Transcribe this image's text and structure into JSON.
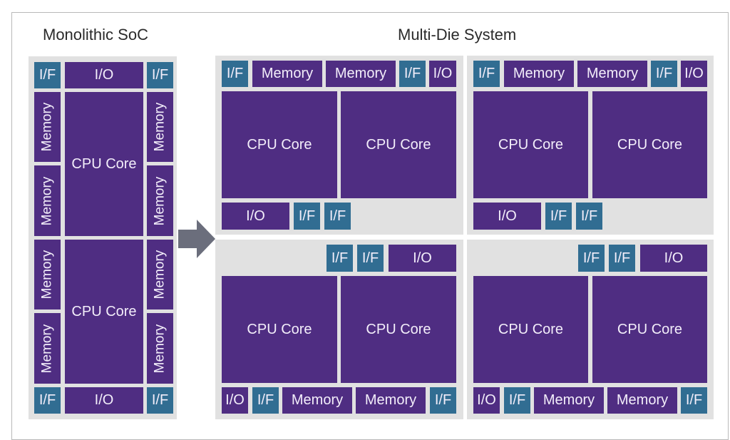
{
  "titles": {
    "left": "Monolithic SoC",
    "right": "Multi-Die System"
  },
  "colors": {
    "core_purple": "#4f2d82",
    "interface_teal": "#316d92",
    "panel_gray": "#e1e1e1",
    "arrow_gray": "#6b6e7c"
  },
  "labels": {
    "if": "I/F",
    "io": "I/O",
    "memory": "Memory",
    "cpu": "CPU Core"
  },
  "arrow": {
    "icon": "right-arrow-icon"
  }
}
